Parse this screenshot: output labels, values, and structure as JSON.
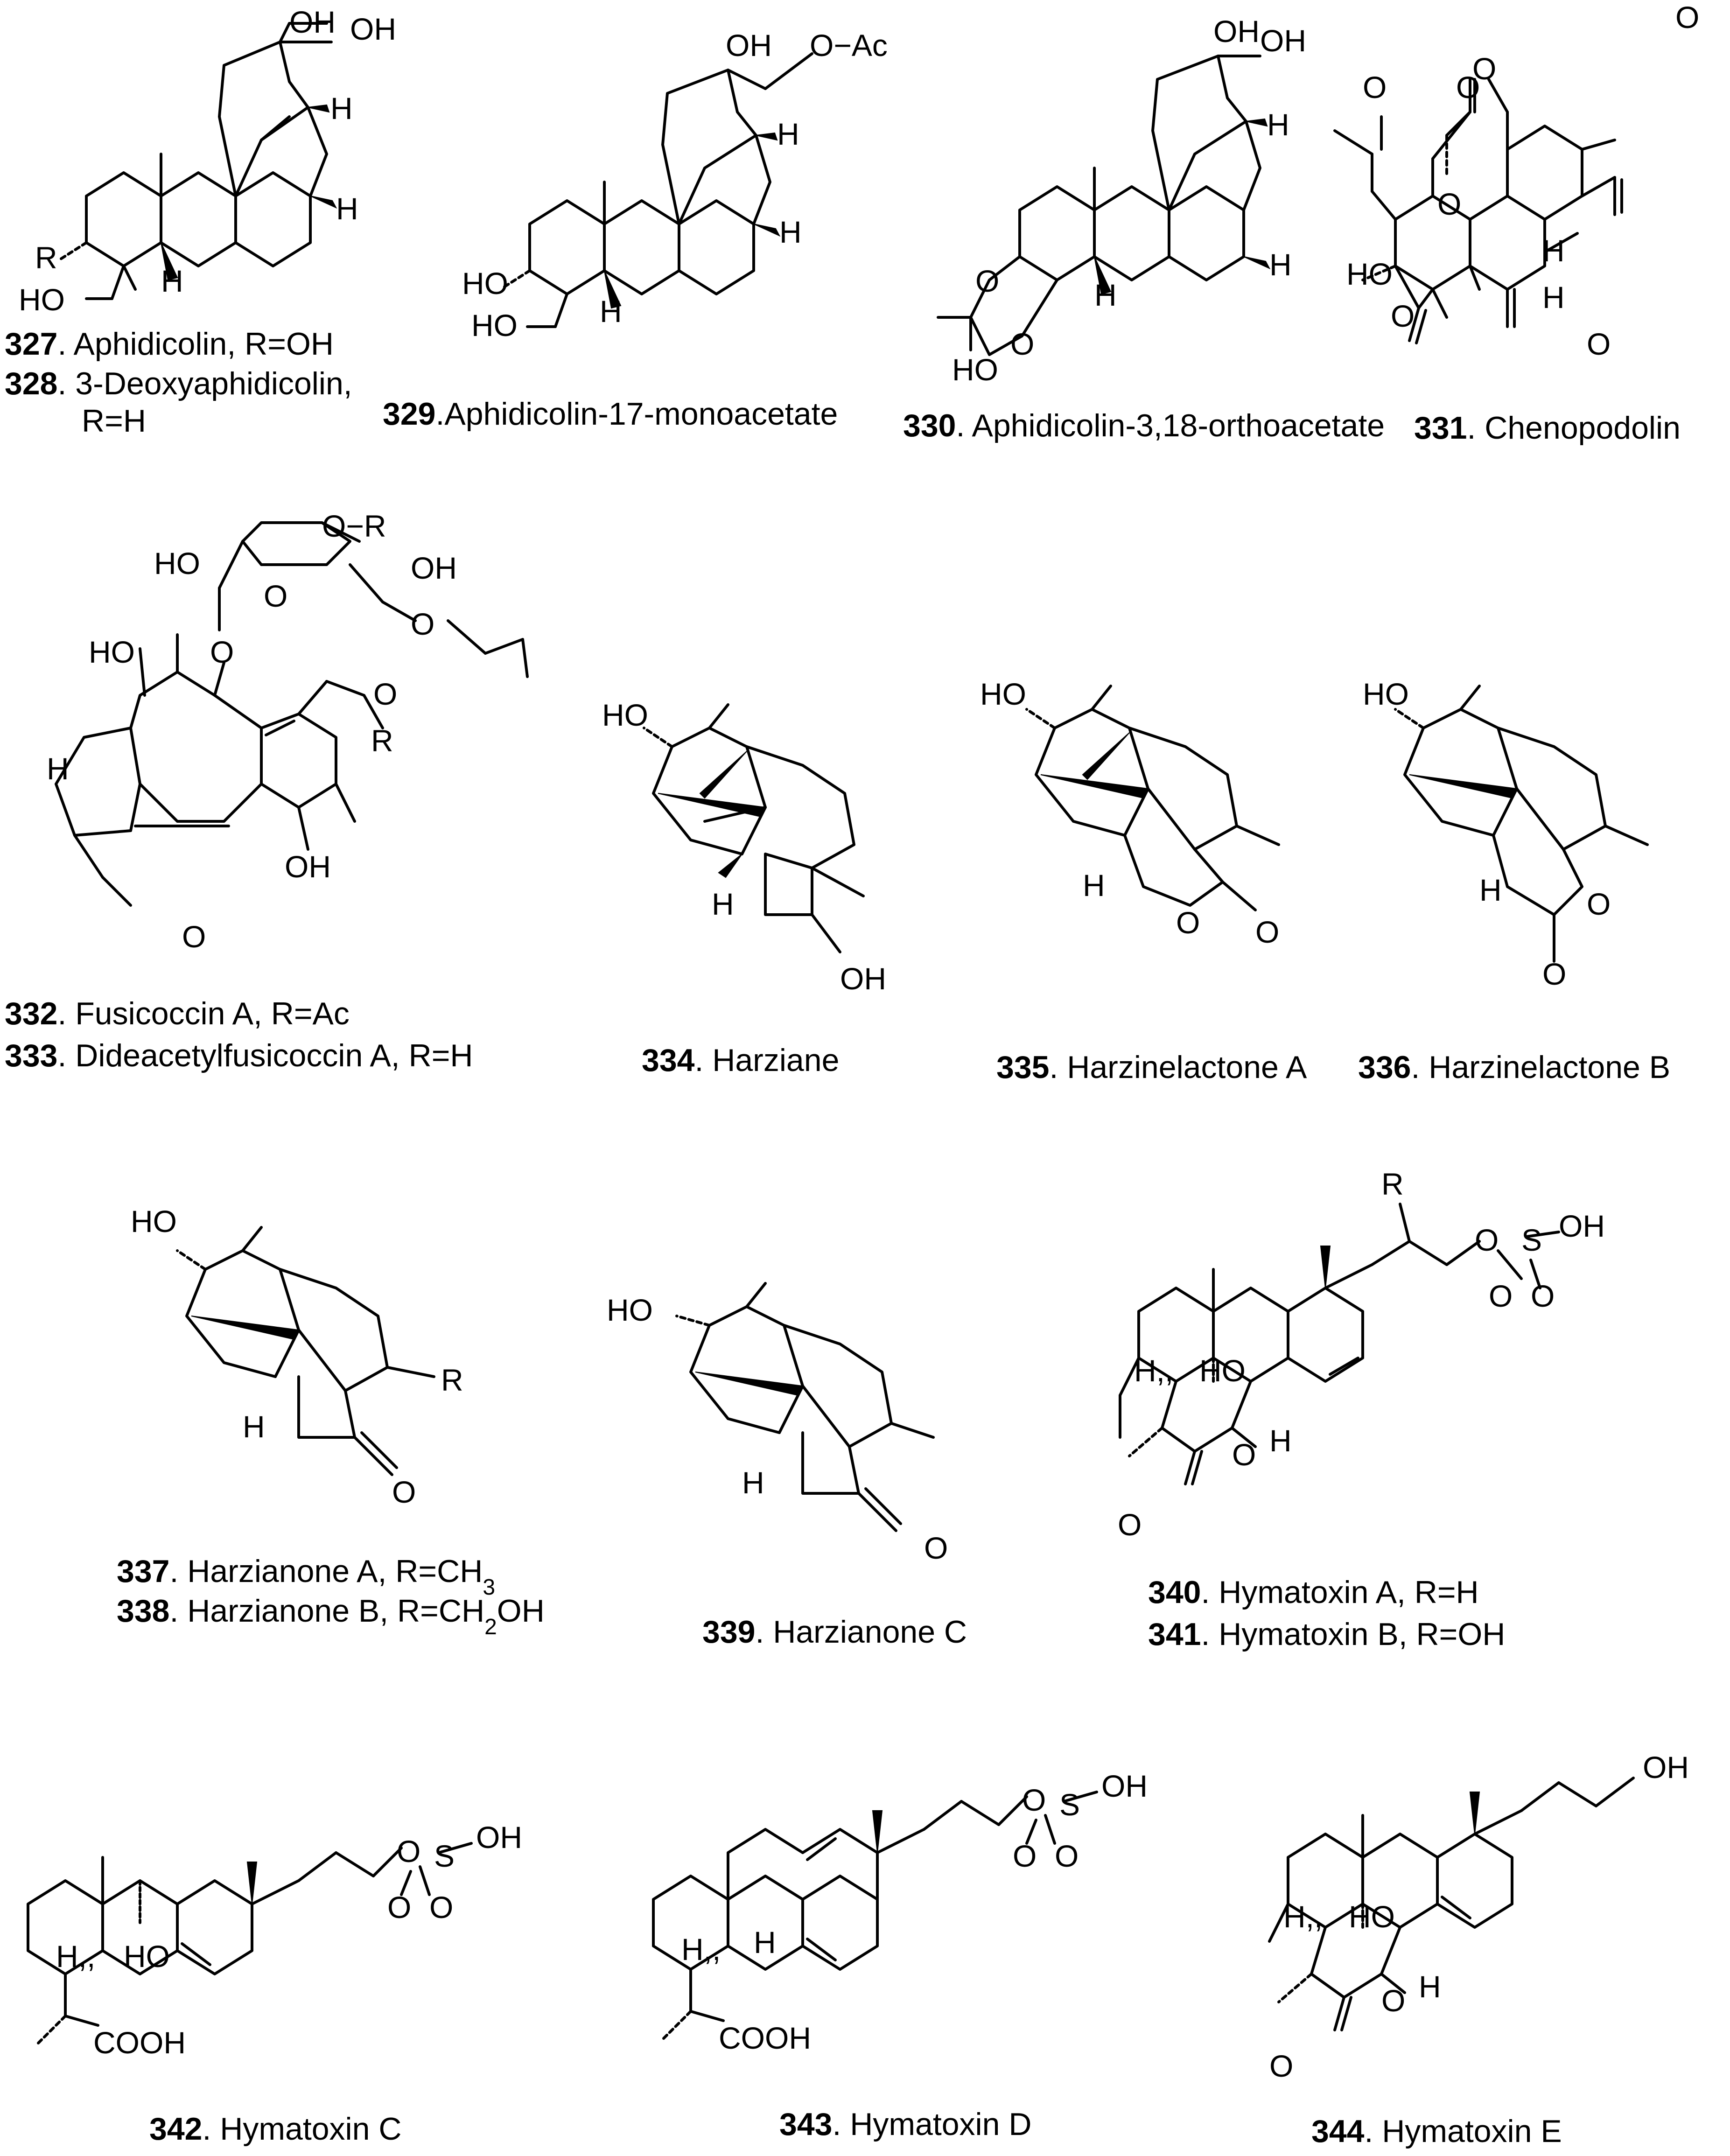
{
  "atoms": {
    "OH": "OH",
    "HO": "HO",
    "H": "H",
    "R": "R",
    "O": "O",
    "Ac": "O−Ac",
    "OR": "O−R",
    "S": "S",
    "COOH": "COOH",
    "H_comma": "H,,"
  },
  "compounds": [
    {
      "id": "c327",
      "number": "327",
      "text": ". Aphidicolin, R=OH"
    },
    {
      "id": "c328",
      "number": "328",
      "text": ". 3-Deoxyaphidicolin,",
      "text2": "R=H"
    },
    {
      "id": "c329",
      "number": "329",
      "text": ".Aphidicolin-17-monoacetate"
    },
    {
      "id": "c330",
      "number": "330",
      "text": ". Aphidicolin-3,18-orthoacetate"
    },
    {
      "id": "c331",
      "number": "331",
      "text": ". Chenopodolin"
    },
    {
      "id": "c332",
      "number": "332",
      "text": ". Fusicoccin A, R=Ac"
    },
    {
      "id": "c333",
      "number": "333",
      "text": ". Dideacetylfusicoccin A, R=H"
    },
    {
      "id": "c334",
      "number": "334",
      "text": ". Harziane"
    },
    {
      "id": "c335",
      "number": "335",
      "text": ". Harzinelactone A"
    },
    {
      "id": "c336",
      "number": "336",
      "text": ". Harzinelactone B"
    },
    {
      "id": "c337",
      "number": "337",
      "text": ". Harzianone A, R=CH",
      "sub": "3"
    },
    {
      "id": "c338",
      "number": "338",
      "text": ". Harzianone B, R=CH",
      "sub": "2",
      "tail": "OH"
    },
    {
      "id": "c339",
      "number": "339",
      "text": ". Harzianone C"
    },
    {
      "id": "c340",
      "number": "340",
      "text": ". Hymatoxin A, R=H"
    },
    {
      "id": "c341",
      "number": "341",
      "text": ". Hymatoxin B, R=OH"
    },
    {
      "id": "c342",
      "number": "342",
      "text": ". Hymatoxin C"
    },
    {
      "id": "c343",
      "number": "343",
      "text": ". Hymatoxin D"
    },
    {
      "id": "c344",
      "number": "344",
      "text": ". Hymatoxin E"
    }
  ]
}
